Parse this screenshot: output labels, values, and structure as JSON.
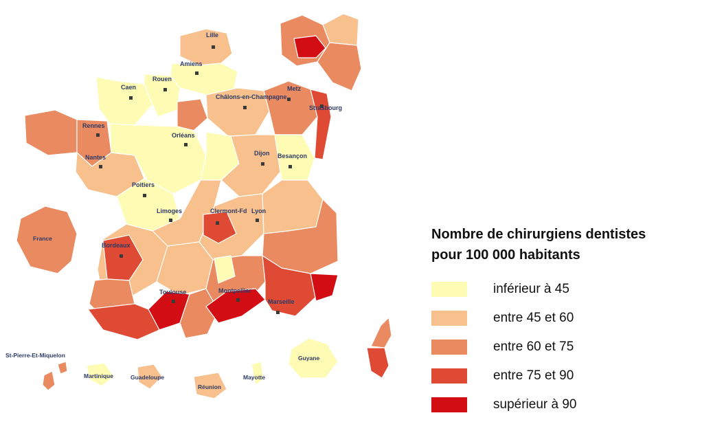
{
  "colors": {
    "lt45": "#fefcb4",
    "c45_60": "#f7c08c",
    "c60_75": "#ea8a60",
    "c75_90": "#de4a34",
    "gt90": "#d30d14"
  },
  "legend": {
    "title_line1": "Nombre de chirurgiens dentistes",
    "title_line2": "pour 100 000 habitants",
    "items": [
      {
        "label": "inférieur à 45",
        "color": "#fefcb4"
      },
      {
        "label": "entre 45 et 60",
        "color": "#f7c08c"
      },
      {
        "label": "entre 60 et 75",
        "color": "#ea8a60"
      },
      {
        "label": "entre 75 et 90",
        "color": "#de4a34"
      },
      {
        "label": "supérieur à 90",
        "color": "#d30d14"
      }
    ]
  },
  "cities": {
    "lille": "Lille",
    "amiens": "Amiens",
    "rouen": "Rouen",
    "caen": "Caen",
    "chalons": "Châlons-en-Champagne",
    "metz": "Metz",
    "strasbourg": "Strasbourg",
    "rennes": "Rennes",
    "orleans": "Orléans",
    "nantes": "Nantes",
    "dijon": "Dijon",
    "besancon": "Besançon",
    "poitiers": "Poitiers",
    "limoges": "Limoges",
    "clermont": "Clermont-Fd",
    "lyon": "Lyon",
    "bordeaux": "Bordeaux",
    "toulouse": "Toulouse",
    "montpellier": "Montpellier",
    "marseille": "Marseille"
  },
  "territories": {
    "stpierre": "St-Pierre-Et-Miquelon",
    "martinique": "Martinique",
    "guadeloupe": "Guadeloupe",
    "reunion": "Réunion",
    "mayotte": "Mayotte",
    "guyane": "Guyane",
    "france": "France"
  }
}
